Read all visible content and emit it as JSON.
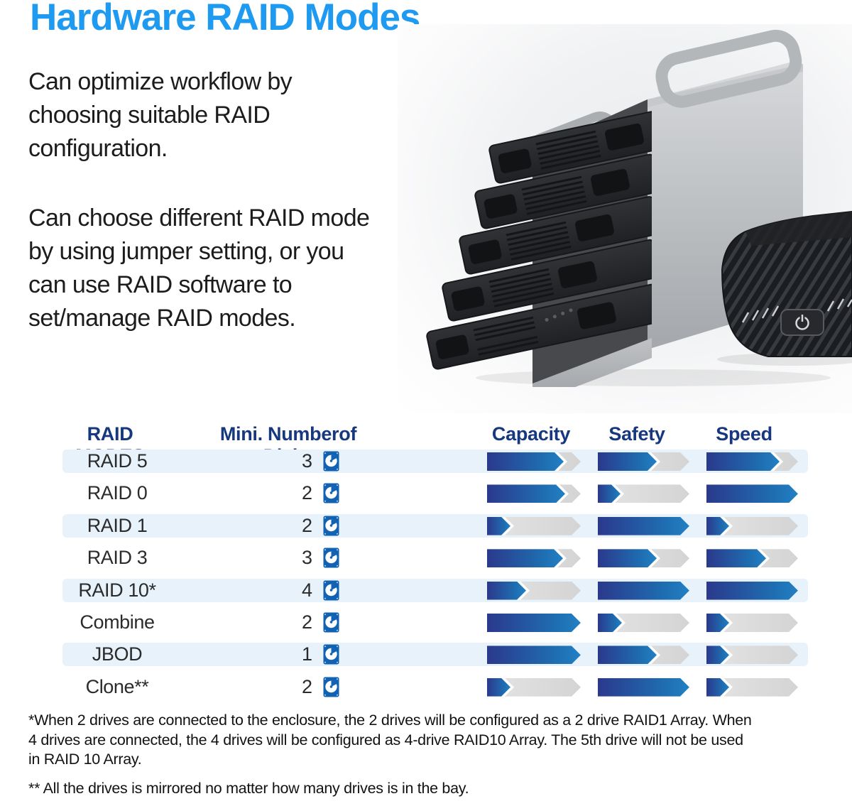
{
  "title": "Hardware RAID Modes",
  "intro": {
    "p1_lines": [
      "Can optimize workflow by",
      "choosing suitable RAID",
      "configuration."
    ],
    "p2_lines": [
      "Can choose different RAID mode",
      "by using jumper setting, or you",
      "can use RAID software to",
      "set/manage RAID modes."
    ]
  },
  "product_image": {
    "description": "Silver 5-bay tower RAID enclosure with five black drive trays pulled out and a black ribbed accessory base with power button",
    "tray_count": 5
  },
  "icons": {
    "min_disks": "hard-drive-icon",
    "accessory_button": "power-icon"
  },
  "chart_data": {
    "type": "table",
    "title": "Hardware RAID Modes",
    "columns": [
      "RAID MODES",
      "Mini. Numberof Disks",
      "Capacity",
      "Safety",
      "Speed"
    ],
    "bar_unit": "percent of full arrow bar (0-100), estimated from pixels",
    "rows": [
      {
        "mode": "RAID 5",
        "min_disks": "3",
        "capacity": 82,
        "safety": 64,
        "speed": 80
      },
      {
        "mode": "RAID 0",
        "min_disks": "2",
        "capacity": 83,
        "safety": 25,
        "speed": 100
      },
      {
        "mode": "RAID 1",
        "min_disks": "2",
        "capacity": 25,
        "safety": 100,
        "speed": 25
      },
      {
        "mode": "RAID 3",
        "min_disks": "3",
        "capacity": 81,
        "safety": 64,
        "speed": 65
      },
      {
        "mode": "RAID 10*",
        "min_disks": "4",
        "capacity": 42,
        "safety": 100,
        "speed": 100
      },
      {
        "mode": "Combine",
        "min_disks": "2",
        "capacity": 100,
        "safety": 26,
        "speed": 25
      },
      {
        "mode": "JBOD",
        "min_disks": "1",
        "capacity": 100,
        "safety": 64,
        "speed": 25
      },
      {
        "mode": "Clone**",
        "min_disks": "2",
        "capacity": 25,
        "safety": 100,
        "speed": 25
      }
    ],
    "legend_position": "none",
    "grid": false
  },
  "footnotes": {
    "note1_lines": [
      "*When 2 drives are connected to the enclosure, the 2 drives will be configured as a 2 drive RAID1 Array. When",
      "4 drives are connected, the 4 drives will be configured as 4-drive RAID10 Array. The 5th drive will not be used",
      "in RAID 10 Array."
    ],
    "note2": "** All the drives is mirrored no matter how many drives is in the bay."
  },
  "colors": {
    "title_blue": "#1E9BF0",
    "header_navy": "#17387E",
    "row_stripe": "#E7F2FB",
    "bar_gradient_start": "#2B398C",
    "bar_gradient_end": "#2380C4",
    "bar_track_gray": "#DCDCDC",
    "disk_icon_blue": "#1262B3",
    "body_text": "#1c1c1c"
  }
}
